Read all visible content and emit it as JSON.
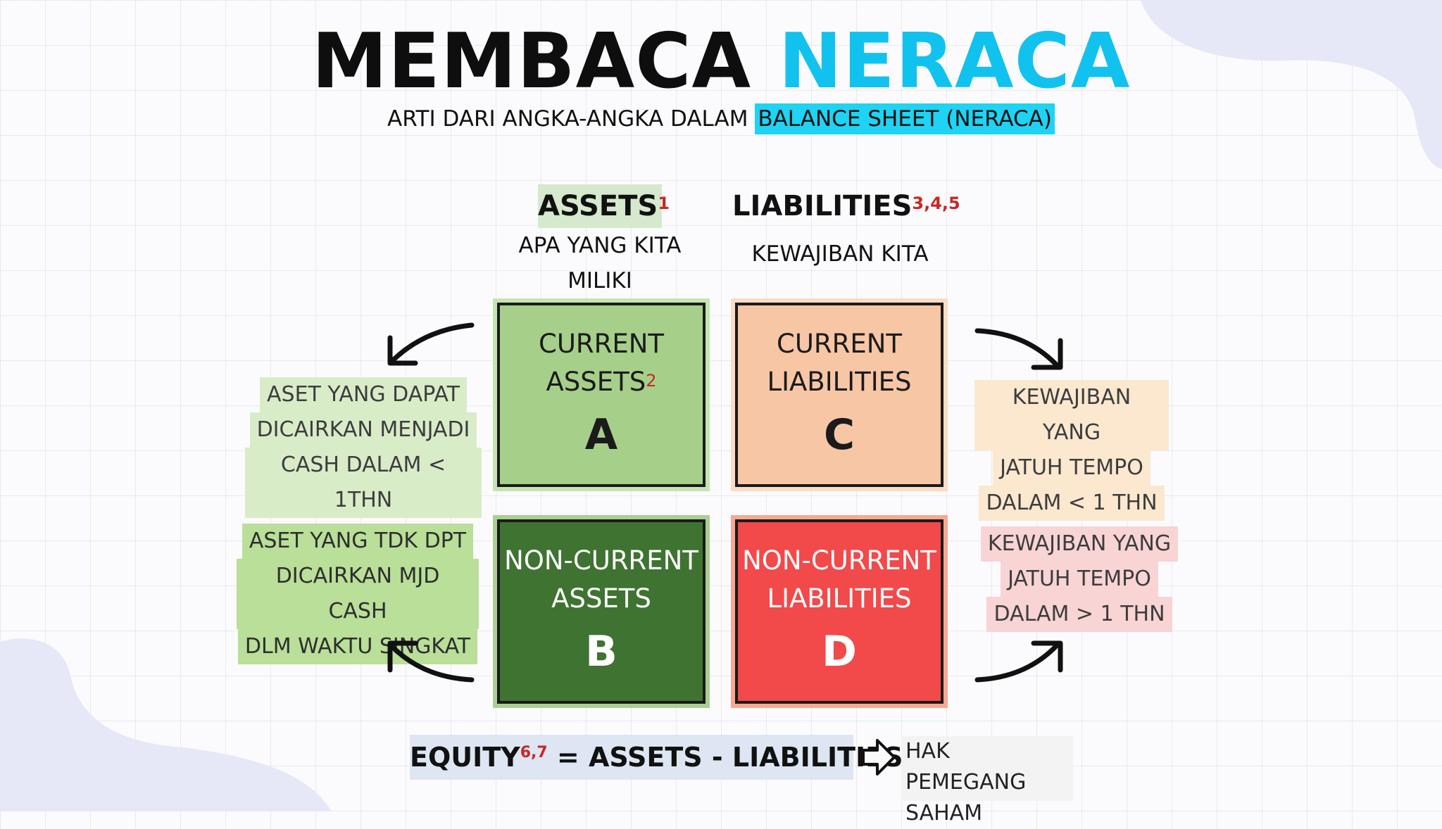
{
  "title": {
    "word1": "MEMBACA",
    "word2": "NERACA"
  },
  "subtitle": {
    "prefix": "ARTI DARI ANGKA-ANGKA DALAM ",
    "highlight": "BALANCE SHEET (NERACA)"
  },
  "assets": {
    "header": "ASSETS",
    "header_sup": "1",
    "subtitle": "APA YANG KITA MILIKI"
  },
  "liabilities": {
    "header": "LIABILITIES",
    "header_sup": "3,4,5",
    "subtitle": "KEWAJIBAN KITA"
  },
  "boxes": {
    "a": {
      "label_line1": "CURRENT",
      "label_line2": "ASSETS",
      "label_sup": "2",
      "letter": "A",
      "color": "#a6d08a"
    },
    "b": {
      "label_line1": "NON-CURRENT",
      "label_line2": "ASSETS",
      "letter": "B",
      "color": "#3f7331"
    },
    "c": {
      "label_line1": "CURRENT",
      "label_line2": "LIABILITIES",
      "letter": "C",
      "color": "#f7c6a5"
    },
    "d": {
      "label_line1": "NON-CURRENT",
      "label_line2": "LIABILITIES",
      "letter": "D",
      "color": "#f2494b"
    }
  },
  "notes": {
    "a": [
      "ASET YANG DAPAT",
      "DICAIRKAN MENJADI",
      "CASH DALAM < 1THN"
    ],
    "b": [
      "ASET YANG TDK DPT",
      "DICAIRKAN MJD CASH",
      "DLM WAKTU SINGKAT"
    ],
    "c": [
      "KEWAJIBAN YANG",
      "JATUH TEMPO",
      "DALAM < 1 THN"
    ],
    "d": [
      "KEWAJIBAN YANG",
      "JATUH TEMPO",
      "DALAM > 1 THN"
    ]
  },
  "equity": {
    "label": "EQUITY",
    "label_sup": "6,7",
    "formula": " = ASSETS - LIABILITIES",
    "note_line1": "HAK PEMEGANG",
    "note_line2": "SAHAM"
  },
  "colors": {
    "accent": "#12c2ee",
    "highlight": "#1ed3f4",
    "footnote": "#c62828"
  }
}
